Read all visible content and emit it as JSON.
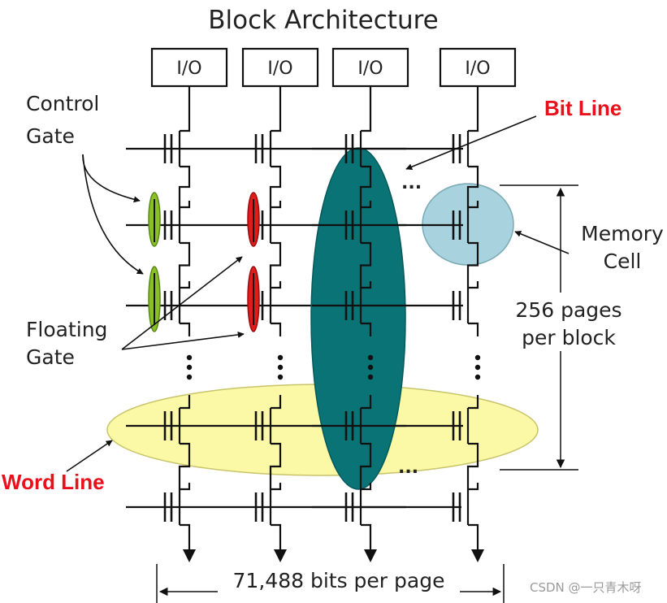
{
  "title": "Block Architecture",
  "io_label": "I/O",
  "labels": {
    "control_gate_line1": "Control",
    "control_gate_line2": "Gate",
    "floating_gate_line1": "Floating",
    "floating_gate_line2": "Gate",
    "bit_line": "Bit Line",
    "word_line": "Word Line",
    "memory_cell_line1": "Memory",
    "memory_cell_line2": "Cell",
    "pages_line1": "256 pages",
    "pages_line2": "per block",
    "bits_per_page": "71,488 bits per page",
    "ellipsis": "...",
    "watermark": "CSDN @一只青木呀"
  },
  "colors": {
    "bit_line_highlight": "#0a7375",
    "word_line_highlight": "#fbf9a6",
    "memory_cell_highlight": "#a8d3de",
    "control_gate_marker": "#8bbf2a",
    "floating_gate_marker": "#e01b1b",
    "callout_red": "#e8101a"
  }
}
